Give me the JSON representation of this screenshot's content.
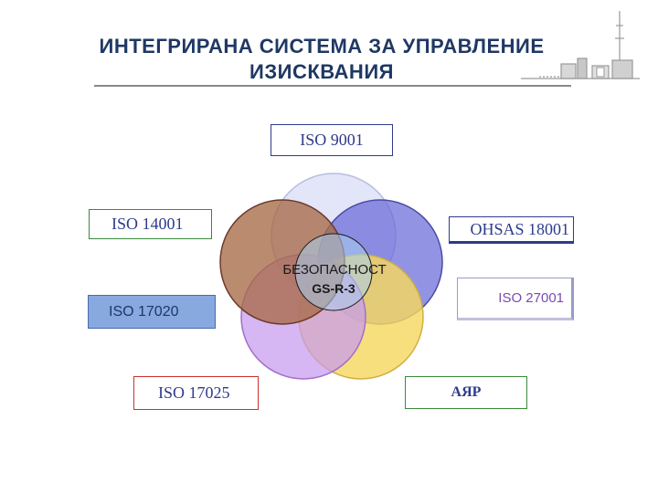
{
  "title": {
    "line1": "ИНТЕГРИРАНА СИСТЕМА ЗА УПРАВЛЕНИЕ",
    "line2": "ИЗИСКВАНИЯ"
  },
  "diagram": {
    "center": {
      "label": "БЕЗОПАСНОСТ",
      "sublabel": "GS-R-3"
    },
    "boxes": [
      {
        "id": "iso-9001",
        "label": "ISO 9001"
      },
      {
        "id": "iso-14001",
        "label": "ISO 14001"
      },
      {
        "id": "ohsas-18001",
        "label": "OHSAS 18001"
      },
      {
        "id": "iso-27001",
        "label": "ISO 27001"
      },
      {
        "id": "iso-17020",
        "label": "ISO 17020"
      },
      {
        "id": "iso-17025",
        "label": "ISO 17025"
      },
      {
        "id": "ayar",
        "label": "АЯР"
      }
    ],
    "circle_colors": {
      "top": "#d9dcf5",
      "left": "#a86a48",
      "right": "#6a6ad8",
      "bottom_left": "#c89af0",
      "bottom_right": "#f5d860",
      "center": "#a8d0f0"
    },
    "box_colors": {
      "iso-9001": "#2e3b8c",
      "iso-14001": "#3a8a3a",
      "ohsas-18001": "#2e3b8c",
      "iso-27001": "#7a4ab0",
      "iso-17020": "#4a6ab0",
      "iso-17025": "#c83030",
      "ayar": "#3a8a3a"
    }
  }
}
